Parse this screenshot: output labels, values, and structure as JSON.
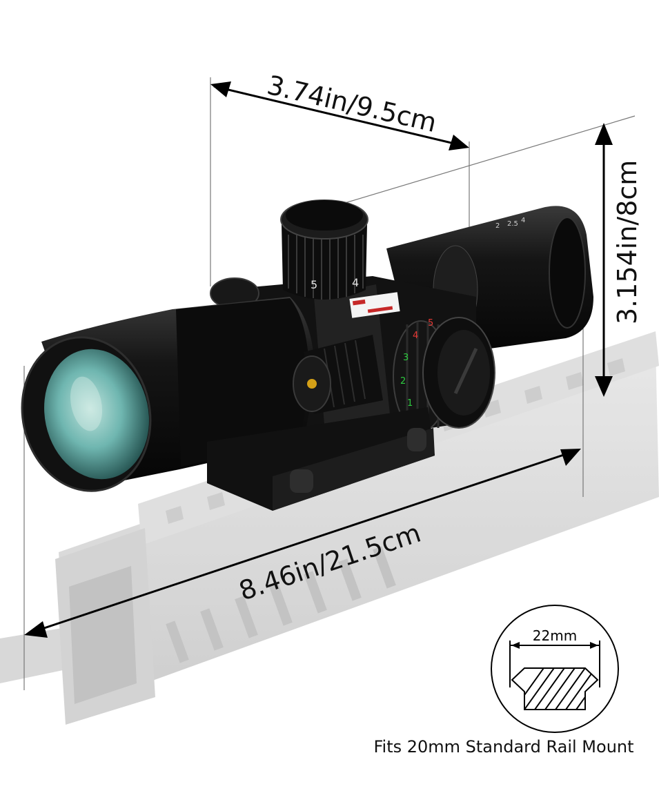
{
  "dimensions": {
    "width_label": "3.74in/9.5cm",
    "height_label": "3.154in/8cm",
    "length_label": "8.46in/21.5cm"
  },
  "rail_inset": {
    "measure_label": "22mm",
    "caption": "Fits 20mm Standard Rail Mount"
  },
  "scope_marks": {
    "turret_numbers": [
      "5",
      "4"
    ],
    "illum_numbers": [
      "5",
      "4",
      "3",
      "2",
      "1"
    ]
  },
  "colors": {
    "scope_body": "#111111",
    "lens_tint": "#6fb6b0",
    "rail_ghost": "#d9d9d9",
    "laser_label": "#c62828",
    "illum_green": "#2ecc40",
    "illum_red": "#e53935"
  }
}
